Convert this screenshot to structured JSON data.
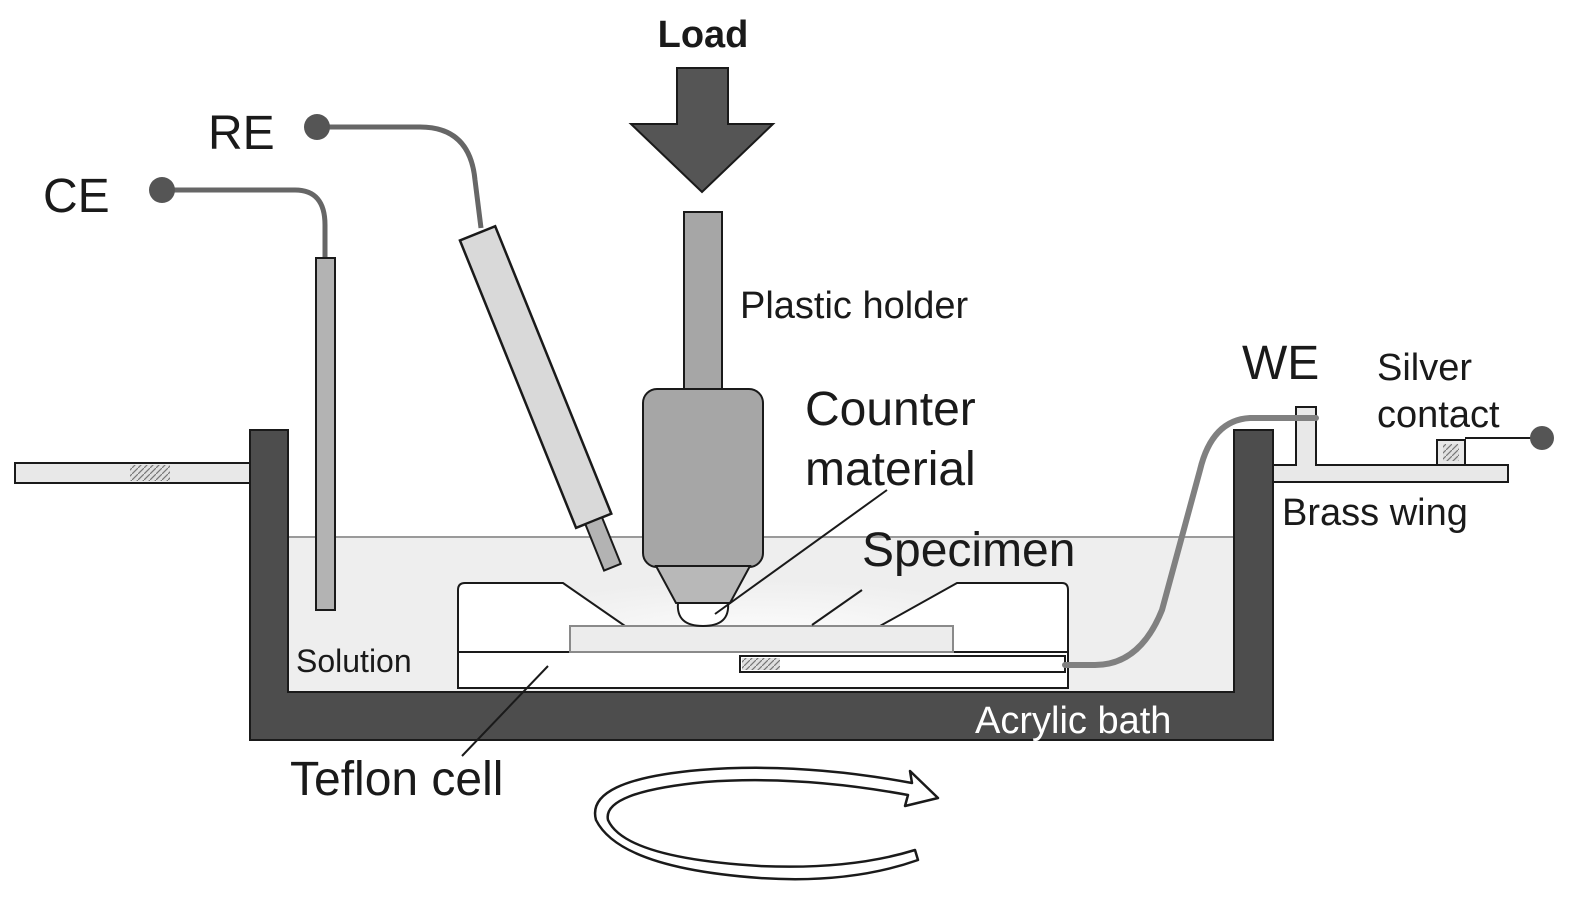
{
  "labels": {
    "load": "Load",
    "re": "RE",
    "ce": "CE",
    "plastic_holder": "Plastic holder",
    "counter_material_line1": "Counter",
    "counter_material_line2": "material",
    "we": "WE",
    "silver_contact_line1": "Silver",
    "silver_contact_line2": "contact",
    "brass_wing": "Brass wing",
    "specimen": "Specimen",
    "solution": "Solution",
    "acrylic_bath": "Acrylic bath",
    "teflon_cell": "Teflon cell"
  },
  "colors": {
    "bath": "#4d4d4d",
    "arrow": "#555555",
    "holder": "#a6a6a6",
    "electrode": "#b3b3b3",
    "re_body": "#d9d9d9",
    "solution": "#eeeeee",
    "wire": "#808080",
    "outline": "#1a1a1a"
  }
}
